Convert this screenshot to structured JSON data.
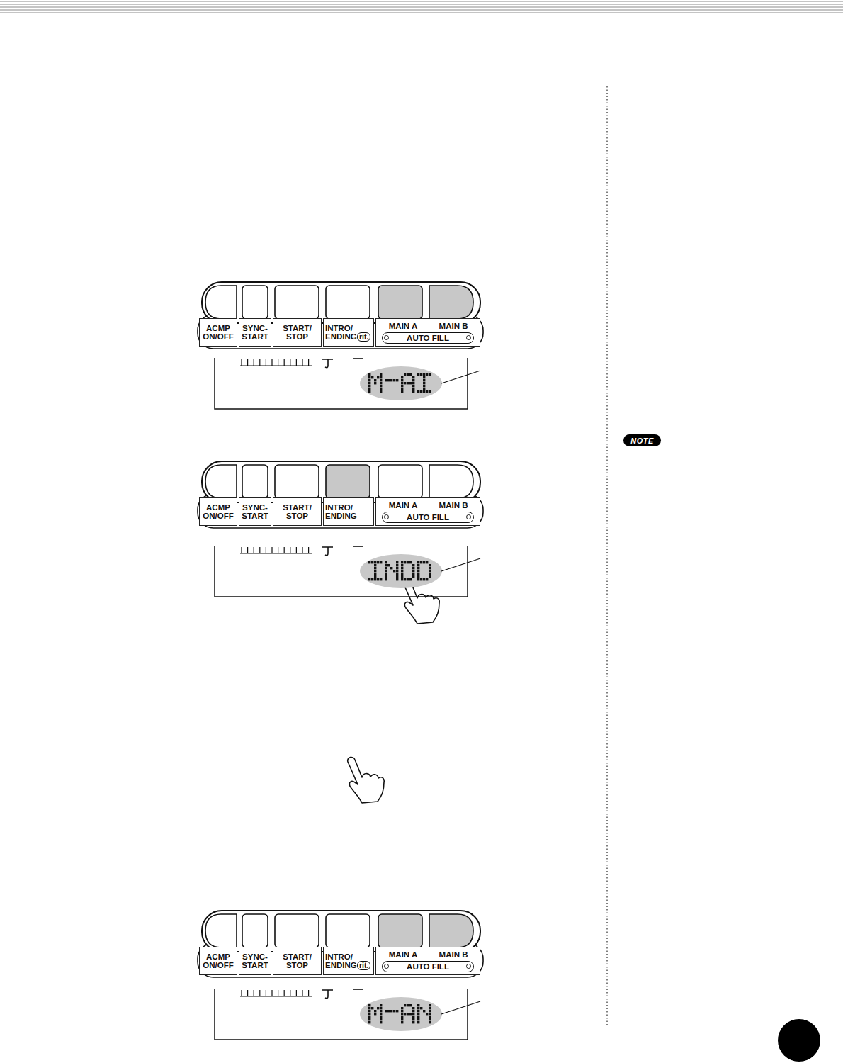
{
  "diagram": {
    "nodes": [
      {
        "text": [
          "ACMP ON/OFF"
        ]
      },
      {
        "text": [
          "SYNC- START"
        ]
      },
      {
        "text": [
          "START/ STOP"
        ]
      },
      {
        "text": [
          "INTRO/ ENDING",
          "rit."
        ]
      },
      {
        "text": [
          "MAIN A",
          "MAIN B",
          "AUTO FILL"
        ]
      },
      {
        "text": [
          "NOTE"
        ]
      },
      {
        "text": [
          "ACMP ON/OFF"
        ]
      },
      {
        "text": [
          "SYNC- START"
        ]
      },
      {
        "text": [
          "START/ STOP"
        ]
      },
      {
        "text": [
          "INTRO/ ENDING"
        ]
      },
      {
        "text": [
          "MAIN A",
          "MAIN B",
          "AUTO FILL"
        ]
      },
      {
        "text": [
          "ACMP ON/OFF"
        ]
      },
      {
        "text": [
          "SYNC- START"
        ]
      },
      {
        "text": [
          "START/ STOP"
        ]
      },
      {
        "text": [
          "INTRO/ ENDING",
          "rit."
        ]
      },
      {
        "text": [
          "MAIN A",
          "MAIN B",
          "AUTO FILL"
        ]
      }
    ]
  }
}
